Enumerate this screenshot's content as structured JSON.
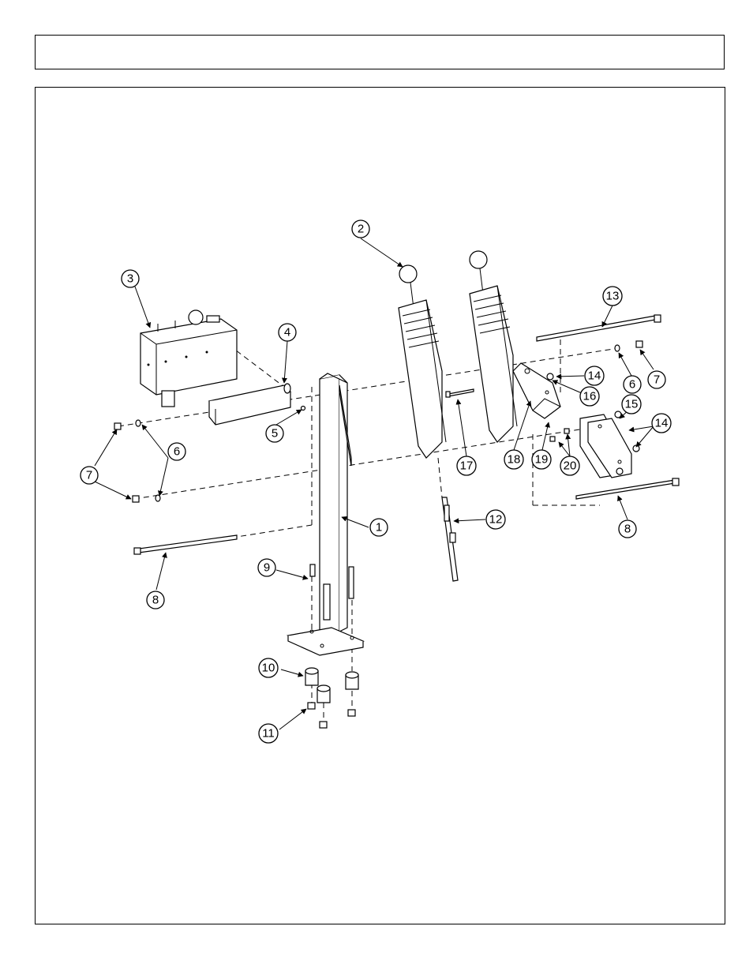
{
  "header": {
    "title": ""
  },
  "callouts": [
    {
      "id": "c1",
      "label": "1"
    },
    {
      "id": "c2",
      "label": "2"
    },
    {
      "id": "c3",
      "label": "3"
    },
    {
      "id": "c4",
      "label": "4"
    },
    {
      "id": "c5",
      "label": "5"
    },
    {
      "id": "c6a",
      "label": "6"
    },
    {
      "id": "c6b",
      "label": "6"
    },
    {
      "id": "c7a",
      "label": "7"
    },
    {
      "id": "c7b",
      "label": "7"
    },
    {
      "id": "c8a",
      "label": "8"
    },
    {
      "id": "c8b",
      "label": "8"
    },
    {
      "id": "c9",
      "label": "9"
    },
    {
      "id": "c10",
      "label": "10"
    },
    {
      "id": "c11",
      "label": "11"
    },
    {
      "id": "c12",
      "label": "12"
    },
    {
      "id": "c13",
      "label": "13"
    },
    {
      "id": "c14a",
      "label": "14"
    },
    {
      "id": "c14b",
      "label": "14"
    },
    {
      "id": "c15",
      "label": "15"
    },
    {
      "id": "c16",
      "label": "16"
    },
    {
      "id": "c17",
      "label": "17"
    },
    {
      "id": "c18",
      "label": "18"
    },
    {
      "id": "c19",
      "label": "19"
    },
    {
      "id": "c20",
      "label": "20"
    }
  ]
}
